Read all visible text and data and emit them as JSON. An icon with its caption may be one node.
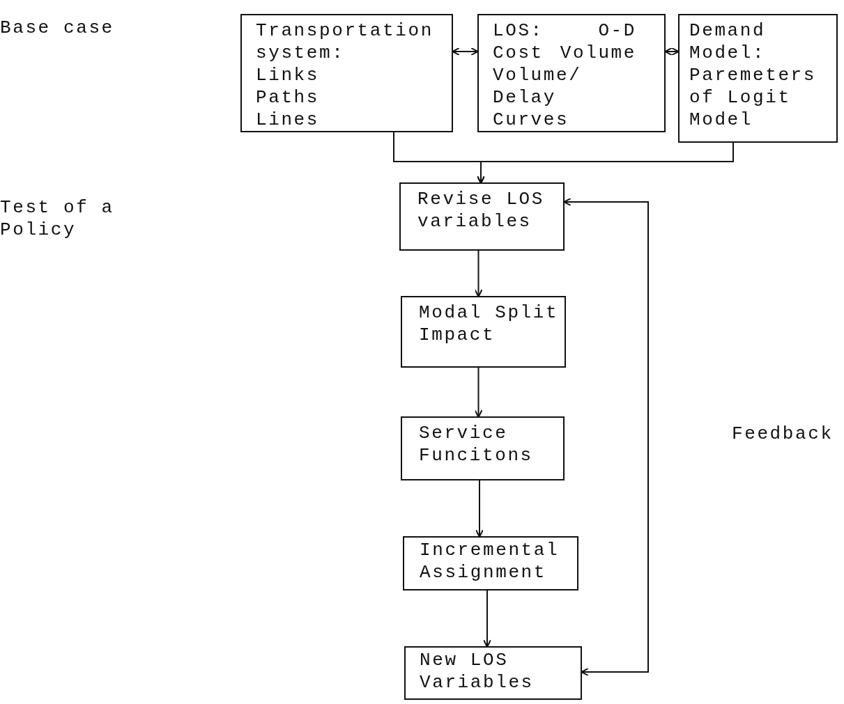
{
  "diagram": {
    "nodes": [
      {
        "text": [
          "Transportation system:",
          "Links",
          "Paths",
          "Lines"
        ]
      },
      {
        "text": [
          "LOS: O-D",
          "Cost Volume",
          "Volume/ Delay Curves"
        ]
      },
      {
        "text": [
          "Demand Model: Paremeters of Logit Model"
        ]
      },
      {
        "text": [
          "Revise LOS variables"
        ]
      },
      {
        "text": [
          "Modal Split Impact"
        ]
      },
      {
        "text": [
          "Service Funcitons"
        ]
      },
      {
        "text": [
          "Incremental Assignment"
        ]
      },
      {
        "text": [
          "New LOS Variables"
        ]
      }
    ],
    "edges": [
      {
        "from": 0,
        "to": 1,
        "arrow": "both"
      },
      {
        "from": 1,
        "to": 2,
        "arrow": "both"
      },
      {
        "from": 0,
        "to": 3,
        "arrow": "to"
      },
      {
        "from": 2,
        "to": 3,
        "arrow": "to"
      },
      {
        "from": 3,
        "to": 4,
        "arrow": "to"
      },
      {
        "from": 4,
        "to": 5,
        "arrow": "to"
      },
      {
        "from": 5,
        "to": 6,
        "arrow": "to"
      },
      {
        "from": 6,
        "to": 7,
        "arrow": "to"
      },
      {
        "from": 7,
        "to": 3,
        "arrow": "both",
        "label": "Feedback"
      }
    ],
    "labels": [
      "Base case",
      "Test of a Policy"
    ]
  }
}
